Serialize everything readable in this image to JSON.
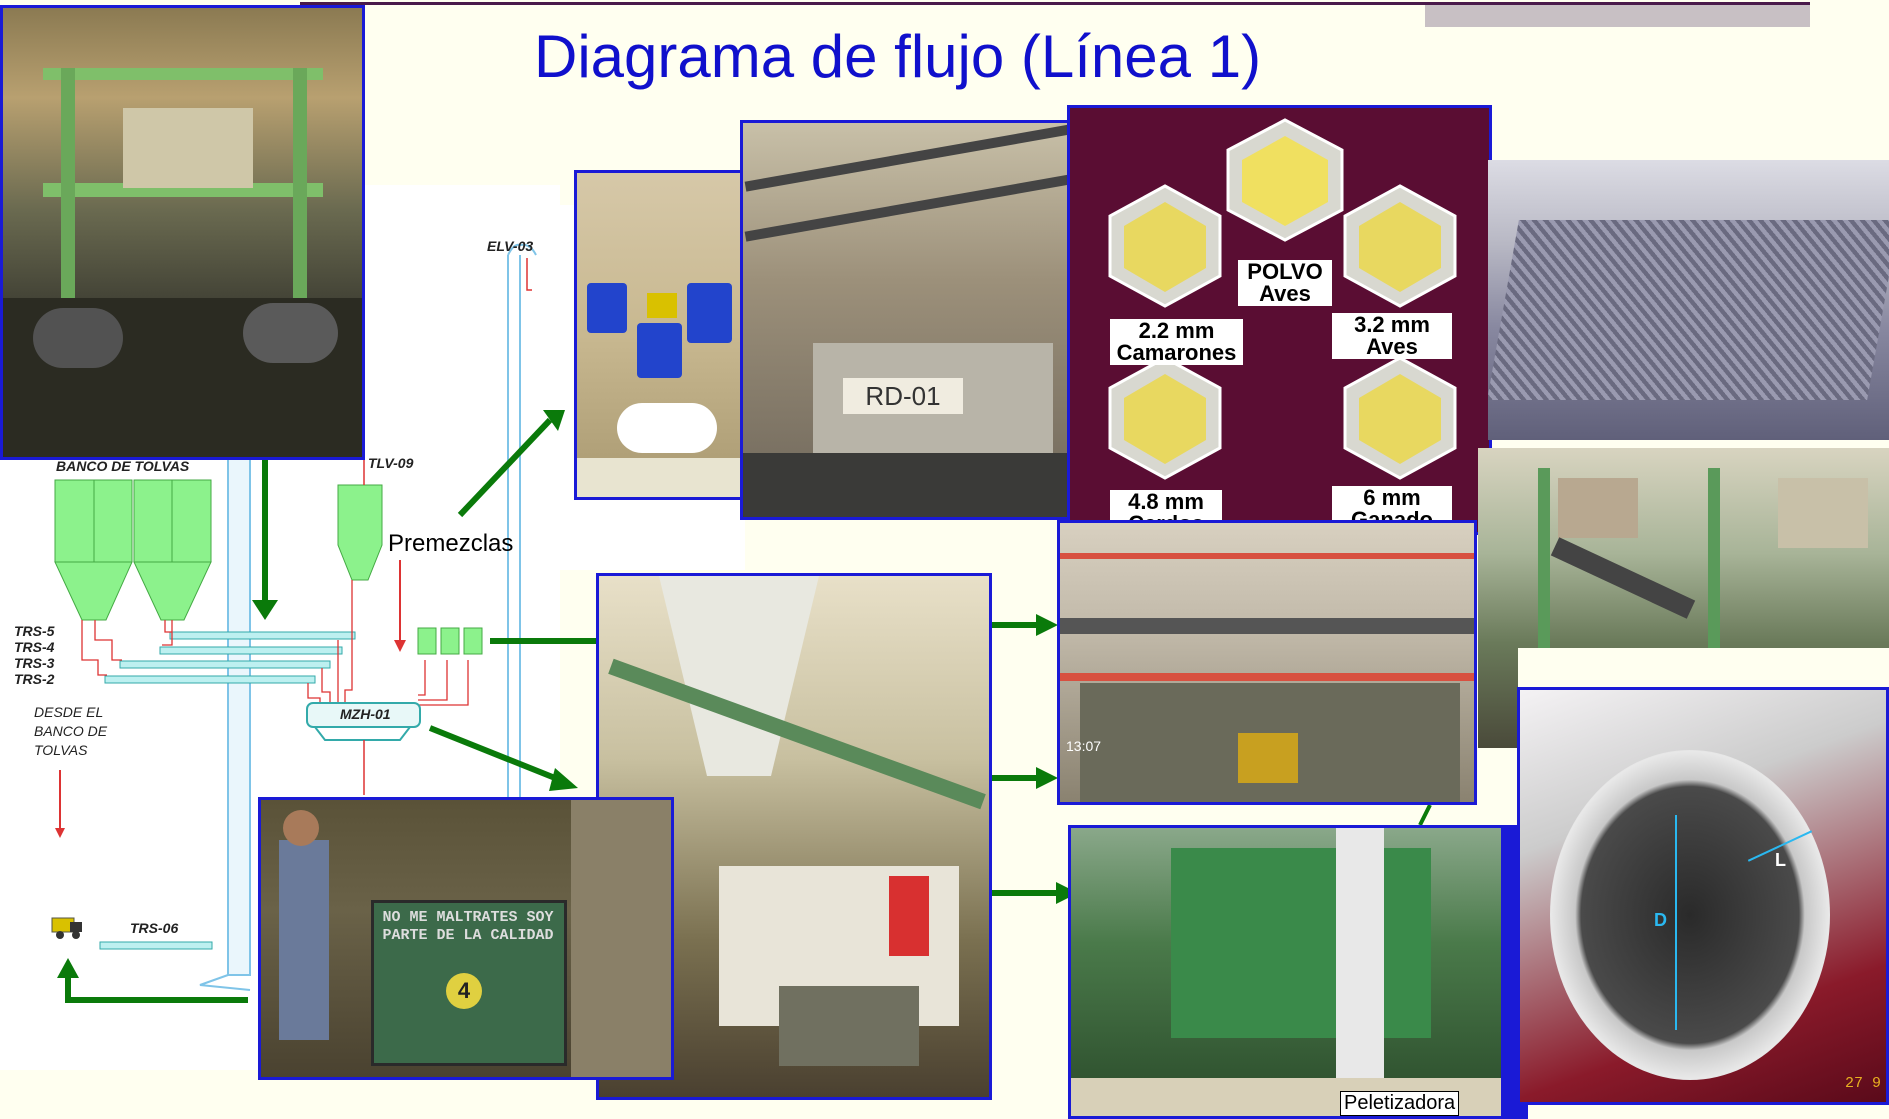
{
  "title": "Diagrama de flujo  (Línea 1)",
  "diagram": {
    "banco_tolvas": "BANCO DE TOLVAS",
    "tlv": "TLV-09",
    "elv": "ELV-03",
    "premezclas": "Premezclas",
    "trs": [
      "TRS-5",
      "TRS-4",
      "TRS-3",
      "TRS-2"
    ],
    "desde": "DESDE EL BANCO DE TOLVAS",
    "mzh": "MZH-01",
    "trs06": "TRS-06"
  },
  "pellets": [
    {
      "size": "POLVO",
      "use": "Aves"
    },
    {
      "size": "2.2 mm",
      "use": "Camarones"
    },
    {
      "size": "3.2 mm",
      "use": "Aves"
    },
    {
      "size": "4.8 mm",
      "use": "Cerdos"
    },
    {
      "size": "6  mm",
      "use": "Ganado"
    }
  ],
  "photos": {
    "timestamp": "13:07",
    "sign_text": "NO ME MALTRATES SOY PARTE DE LA CALIDAD",
    "sign_number": "4",
    "die_L": "L",
    "die_D": "D",
    "die_stamp": "27  9",
    "peletizadora": "Peletizadora",
    "rd_label": "RD-01"
  },
  "colors": {
    "accent_blue": "#1a1ad6",
    "arrow_green": "#0a7a0a",
    "hopper_green": "#8cf28c",
    "duct_blue": "#7fc4e8"
  }
}
